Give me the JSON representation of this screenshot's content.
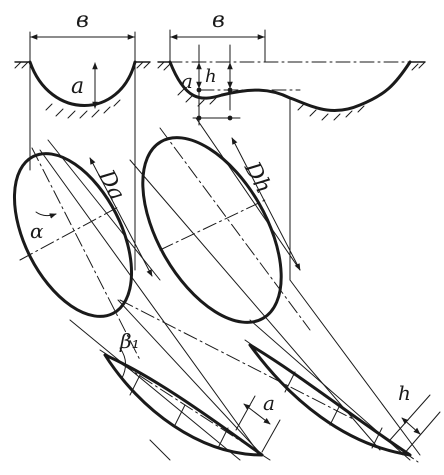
{
  "labels": {
    "width_left": "в",
    "width_right": "в",
    "depth_left": "а",
    "depth_right_a": "а",
    "depth_right_h": "h",
    "diameter_left": "Da",
    "diameter_right": "Dh",
    "angle_alpha": "α",
    "angle_beta": "β₁",
    "bottom_a": "a",
    "bottom_h": "h"
  }
}
